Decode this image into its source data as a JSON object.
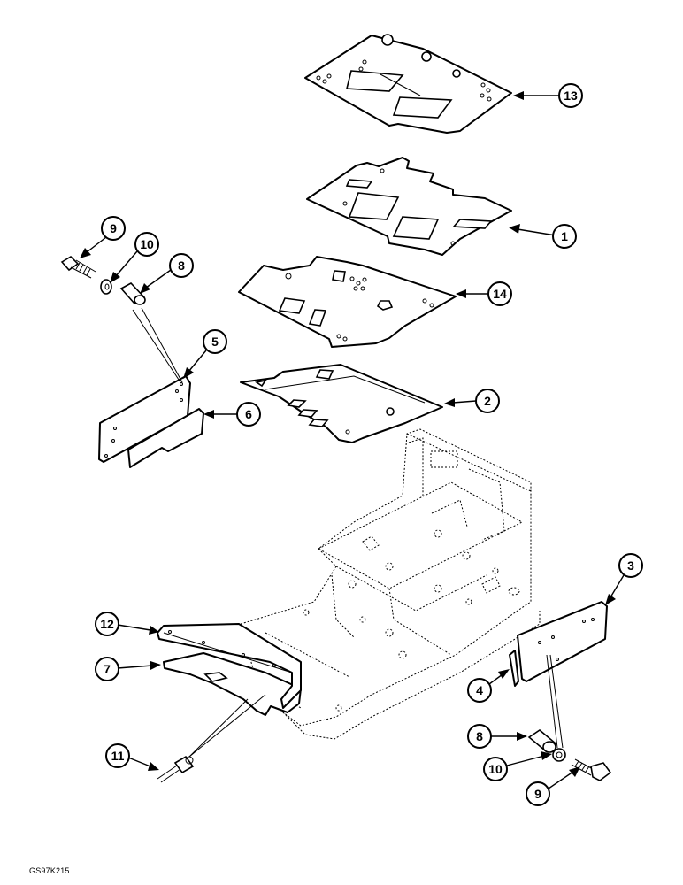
{
  "diagram": {
    "callouts": [
      "13",
      "1",
      "14",
      "2",
      "9",
      "10",
      "8",
      "5",
      "6",
      "3",
      "12",
      "7",
      "4",
      "11",
      "8",
      "10",
      "9"
    ]
  },
  "footer": {
    "code": "GS97K215"
  }
}
